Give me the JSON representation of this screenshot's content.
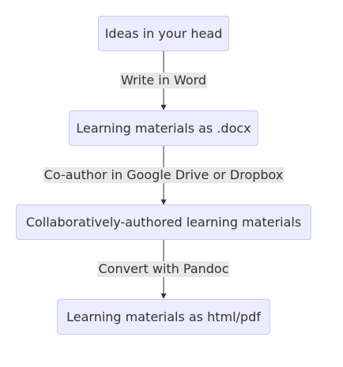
{
  "diagram": {
    "nodes": [
      {
        "id": "n1",
        "label": "Ideas in your head"
      },
      {
        "id": "n2",
        "label": "Learning materials as .docx"
      },
      {
        "id": "n3",
        "label": "Collaboratively-authored learning materials"
      },
      {
        "id": "n4",
        "label": "Learning materials as html/pdf"
      }
    ],
    "edges": [
      {
        "from": "n1",
        "to": "n2",
        "label": "Write in Word"
      },
      {
        "from": "n2",
        "to": "n3",
        "label": "Co-author in Google Drive or Dropbox"
      },
      {
        "from": "n3",
        "to": "n4",
        "label": "Convert with Pandoc"
      }
    ],
    "colors": {
      "node_fill": "#ececff",
      "node_border": "#c9c9f0",
      "edge_line": "#333333",
      "edge_label_bg": "#e8e8e8"
    }
  }
}
